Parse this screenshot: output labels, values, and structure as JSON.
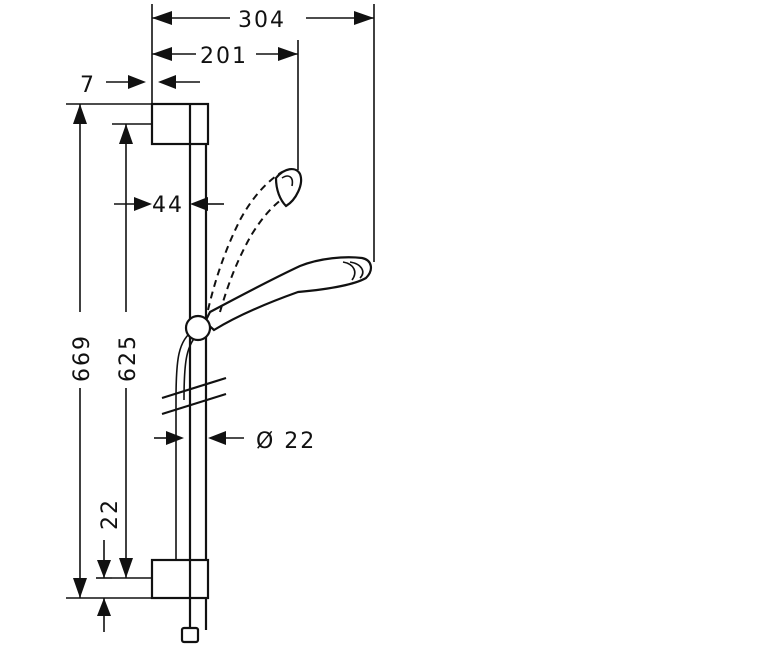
{
  "dimensions": {
    "overall_width": "304",
    "handshower_reach": "201",
    "top_offset": "7",
    "bar_spacing": "44",
    "total_height": "669",
    "bracket_spacing": "625",
    "bottom_offset": "22",
    "bar_diameter": "Ø 22"
  },
  "colors": {
    "line": "#111111",
    "background": "#ffffff"
  }
}
